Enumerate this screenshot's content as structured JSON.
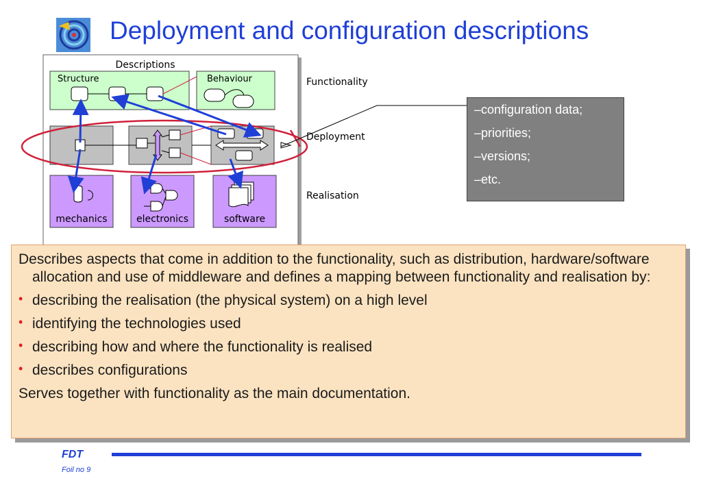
{
  "title": "Deployment and configuration descriptions",
  "diagram": {
    "heading": "Descriptions",
    "structure_label": "Structure",
    "behaviour_label": "Behaviour",
    "layer_labels": {
      "functionality": "Functionality",
      "deployment": "Deployment",
      "realisation": "Realisation"
    },
    "realisation_boxes": [
      "mechanics",
      "electronics",
      "software"
    ]
  },
  "config_box": {
    "lines": [
      "–configuration data;",
      "–priorities;",
      "–versions;",
      "–etc."
    ]
  },
  "description": {
    "intro": "Describes aspects that come in addition to the functionality, such as distribution, hardware/software allocation and use of middleware and defines a mapping between functionality and realisation by:",
    "bullets": [
      "describing the realisation (the physical system) on a high level",
      "identifying the technologies used",
      "describing how and where the functionality is realised",
      "describes configurations"
    ],
    "closing": "Serves together with functionality as the main documentation."
  },
  "footer": {
    "brand": "FDT",
    "foil": "Foil no 9"
  },
  "colors": {
    "title": "#1f3fd6",
    "structure_fill": "#ccffcc",
    "realisation_fill": "#cc99ff",
    "deployment_fill": "#c0c0c0",
    "arrow": "#1f3fd6",
    "highlight": "#d0203a"
  },
  "icons": {
    "logo": "target-swirl-logo"
  }
}
